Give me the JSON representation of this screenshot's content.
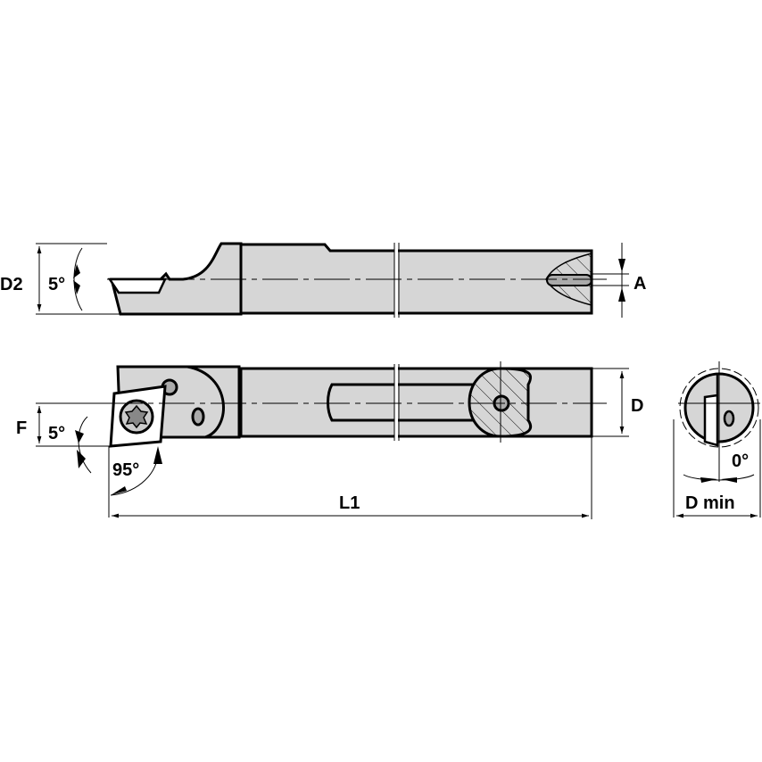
{
  "diagram": {
    "type": "technical drawing",
    "subject": "Boring bar with indexable insert (side, top and end views)",
    "colors": {
      "body": "#d6d6d6",
      "outline": "#000000",
      "background": "#ffffff"
    },
    "dimensions": {
      "d2": "D2",
      "a": "A",
      "f": "F",
      "d": "D",
      "l1": "L1",
      "d_min": "D min"
    },
    "angles": {
      "top_clearance": "5°",
      "front_clearance": "5°",
      "lead_angle": "95°",
      "end_angle": "0°"
    }
  }
}
